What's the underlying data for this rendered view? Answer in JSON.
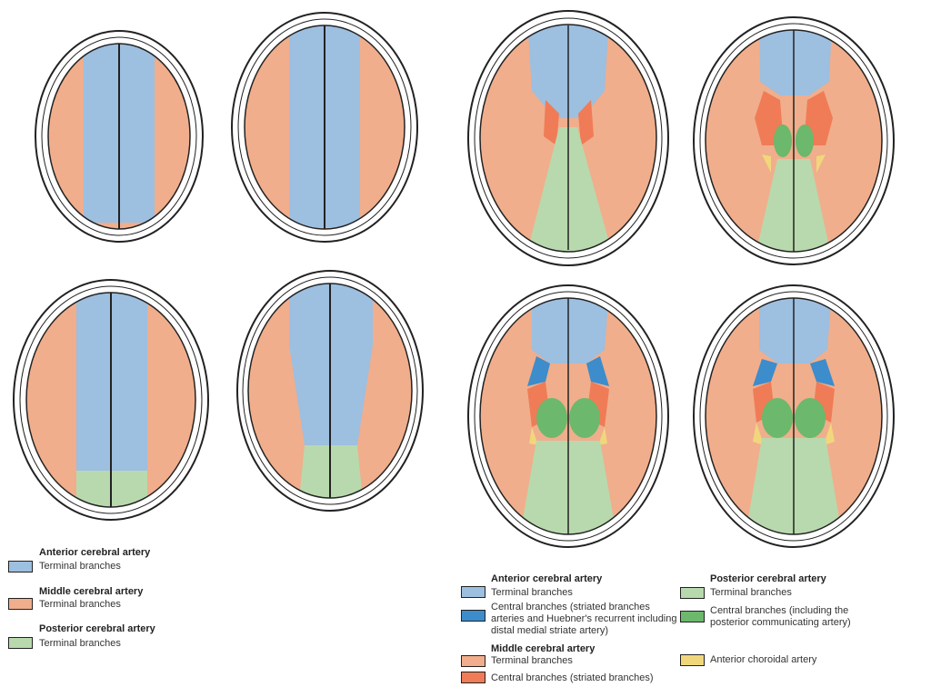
{
  "colors": {
    "aca_terminal": "#9dbfe0",
    "aca_central": "#3d8ccb",
    "mca_terminal": "#f0ae8c",
    "mca_central": "#ef7c56",
    "pca_terminal": "#b8d9ad",
    "pca_central": "#6cb86c",
    "anterior_choroidal": "#f1d77c"
  },
  "legend_left": {
    "aca_heading": "Anterior cerebral artery",
    "aca_terminal": "Terminal branches",
    "mca_heading": "Middle cerebral artery",
    "mca_terminal": "Terminal branches",
    "pca_heading": "Posterior cerebral artery",
    "pca_terminal": "Terminal branches"
  },
  "legend_right": {
    "aca_heading": "Anterior cerebral artery",
    "aca_terminal": "Terminal branches",
    "aca_central_1": "Central branches (striated branches",
    "aca_central_2": "arteries and Huebner's recurrent including",
    "aca_central_3": "distal medial striate artery)",
    "mca_heading": "Middle cerebral artery",
    "mca_terminal": "Terminal branches",
    "mca_central": "Central branches (striated branches)",
    "pca_heading": "Posterior cerebral artery",
    "pca_terminal": "Terminal branches",
    "pca_central_1": "Central branches (including the",
    "pca_central_2": "posterior communicating artery)",
    "anterior_choroidal": "Anterior choroidal artery"
  }
}
